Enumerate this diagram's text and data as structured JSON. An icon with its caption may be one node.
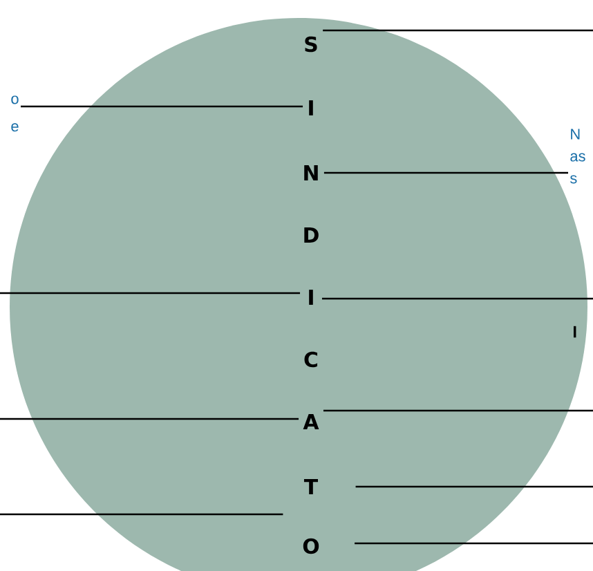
{
  "diagram": {
    "nodes": [
      {
        "text": [
          "S"
        ]
      },
      {
        "text": [
          "I"
        ]
      },
      {
        "text": [
          "N"
        ]
      },
      {
        "text": [
          "D"
        ]
      },
      {
        "text": [
          "I"
        ]
      },
      {
        "text": [
          "C"
        ]
      },
      {
        "text": [
          "A"
        ]
      },
      {
        "text": [
          "T"
        ]
      },
      {
        "text": [
          "O"
        ]
      },
      {
        "text": [
          "o e"
        ]
      },
      {
        "text": [
          "N as s"
        ]
      }
    ],
    "edges": [
      {
        "from": 0,
        "to": null,
        "arrow": "none"
      },
      {
        "from": 1,
        "to": 9,
        "arrow": "none"
      },
      {
        "from": 2,
        "to": 10,
        "arrow": "none"
      },
      {
        "from": 4,
        "to": null,
        "arrow": "none"
      },
      {
        "from": 4,
        "to": null,
        "arrow": "none"
      },
      {
        "from": 6,
        "to": null,
        "arrow": "none"
      },
      {
        "from": 6,
        "to": null,
        "arrow": "none"
      },
      {
        "from": 7,
        "to": null,
        "arrow": "none"
      },
      {
        "from": 7,
        "to": null,
        "arrow": "none"
      },
      {
        "from": 8,
        "to": null,
        "arrow": "none"
      }
    ],
    "labels": [
      "I"
    ]
  }
}
